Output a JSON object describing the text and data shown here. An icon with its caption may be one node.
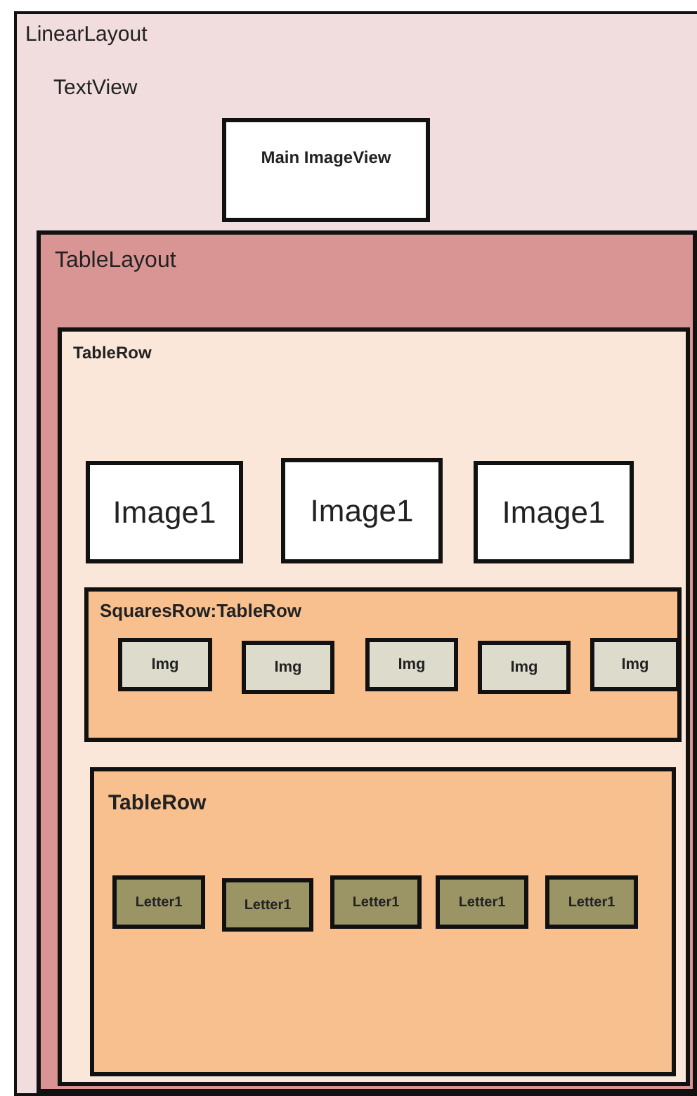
{
  "diagram": {
    "nodes": [
      {
        "text": [
          "LinearLayout",
          "TextView"
        ]
      },
      {
        "text": [
          "Main ImageView"
        ],
        "in": 0
      },
      {
        "text": [
          "TableLayout"
        ],
        "in": 0
      },
      {
        "text": [
          "TableRow"
        ],
        "in": 2
      },
      {
        "text": [
          "Image1"
        ],
        "in": 3
      },
      {
        "text": [
          "Image1"
        ],
        "in": 3
      },
      {
        "text": [
          "Image1"
        ],
        "in": 3
      },
      {
        "text": [
          "SquaresRow:TableRow"
        ],
        "in": 3
      },
      {
        "text": [
          "Img"
        ],
        "in": 7
      },
      {
        "text": [
          "Img"
        ],
        "in": 7
      },
      {
        "text": [
          "Img"
        ],
        "in": 7
      },
      {
        "text": [
          "Img"
        ],
        "in": 7
      },
      {
        "text": [
          "Img"
        ],
        "in": 7
      },
      {
        "text": [
          "TableRow"
        ],
        "in": 3
      },
      {
        "text": [
          "Letter1"
        ],
        "in": 13
      },
      {
        "text": [
          "Letter1"
        ],
        "in": 13
      },
      {
        "text": [
          "Letter1"
        ],
        "in": 13
      },
      {
        "text": [
          "Letter1"
        ],
        "in": 13
      },
      {
        "text": [
          "Letter1"
        ],
        "in": 13
      }
    ],
    "edges": []
  }
}
